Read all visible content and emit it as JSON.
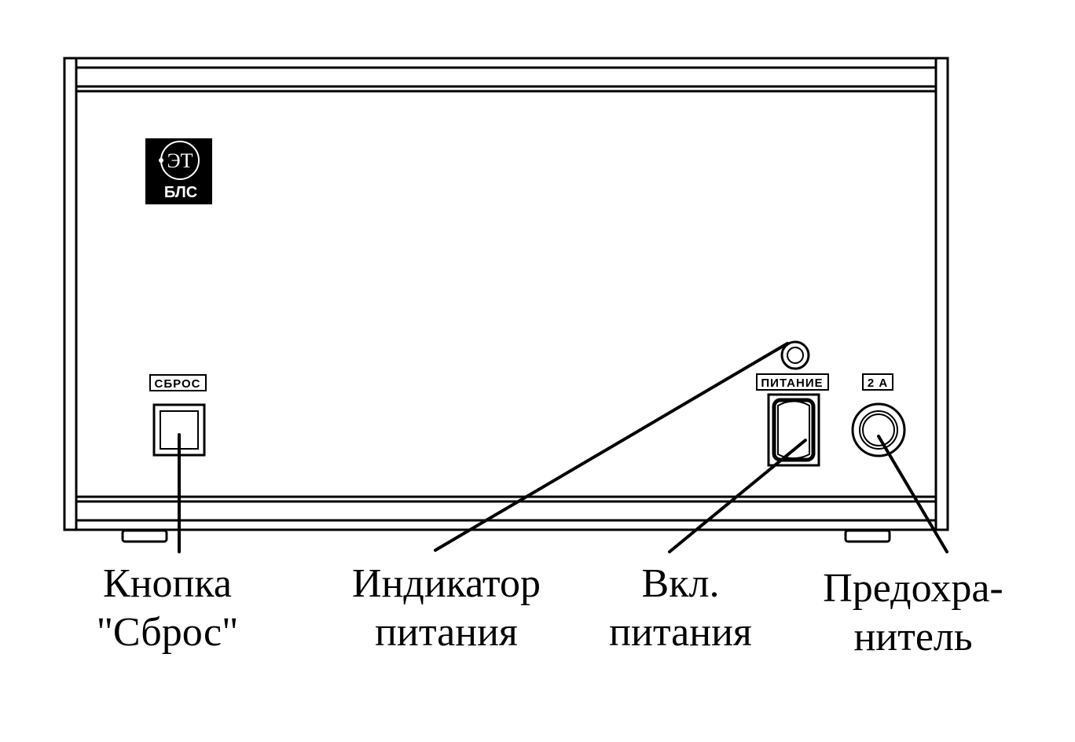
{
  "logo": {
    "mark": "ЭТ",
    "text": "БЛС"
  },
  "panel_labels": {
    "reset": "СБРОС",
    "power": "ПИТАНИЕ",
    "fuse": "2 А"
  },
  "callouts": {
    "reset": {
      "line1": "Кнопка",
      "line2": "\"Сброс\""
    },
    "indicator": {
      "line1": "Индикатор",
      "line2": "питания"
    },
    "power_switch": {
      "line1": "Вкл.",
      "line2": "питания"
    },
    "fuse": {
      "line1": "Предохра-",
      "line2": "нитель"
    }
  }
}
